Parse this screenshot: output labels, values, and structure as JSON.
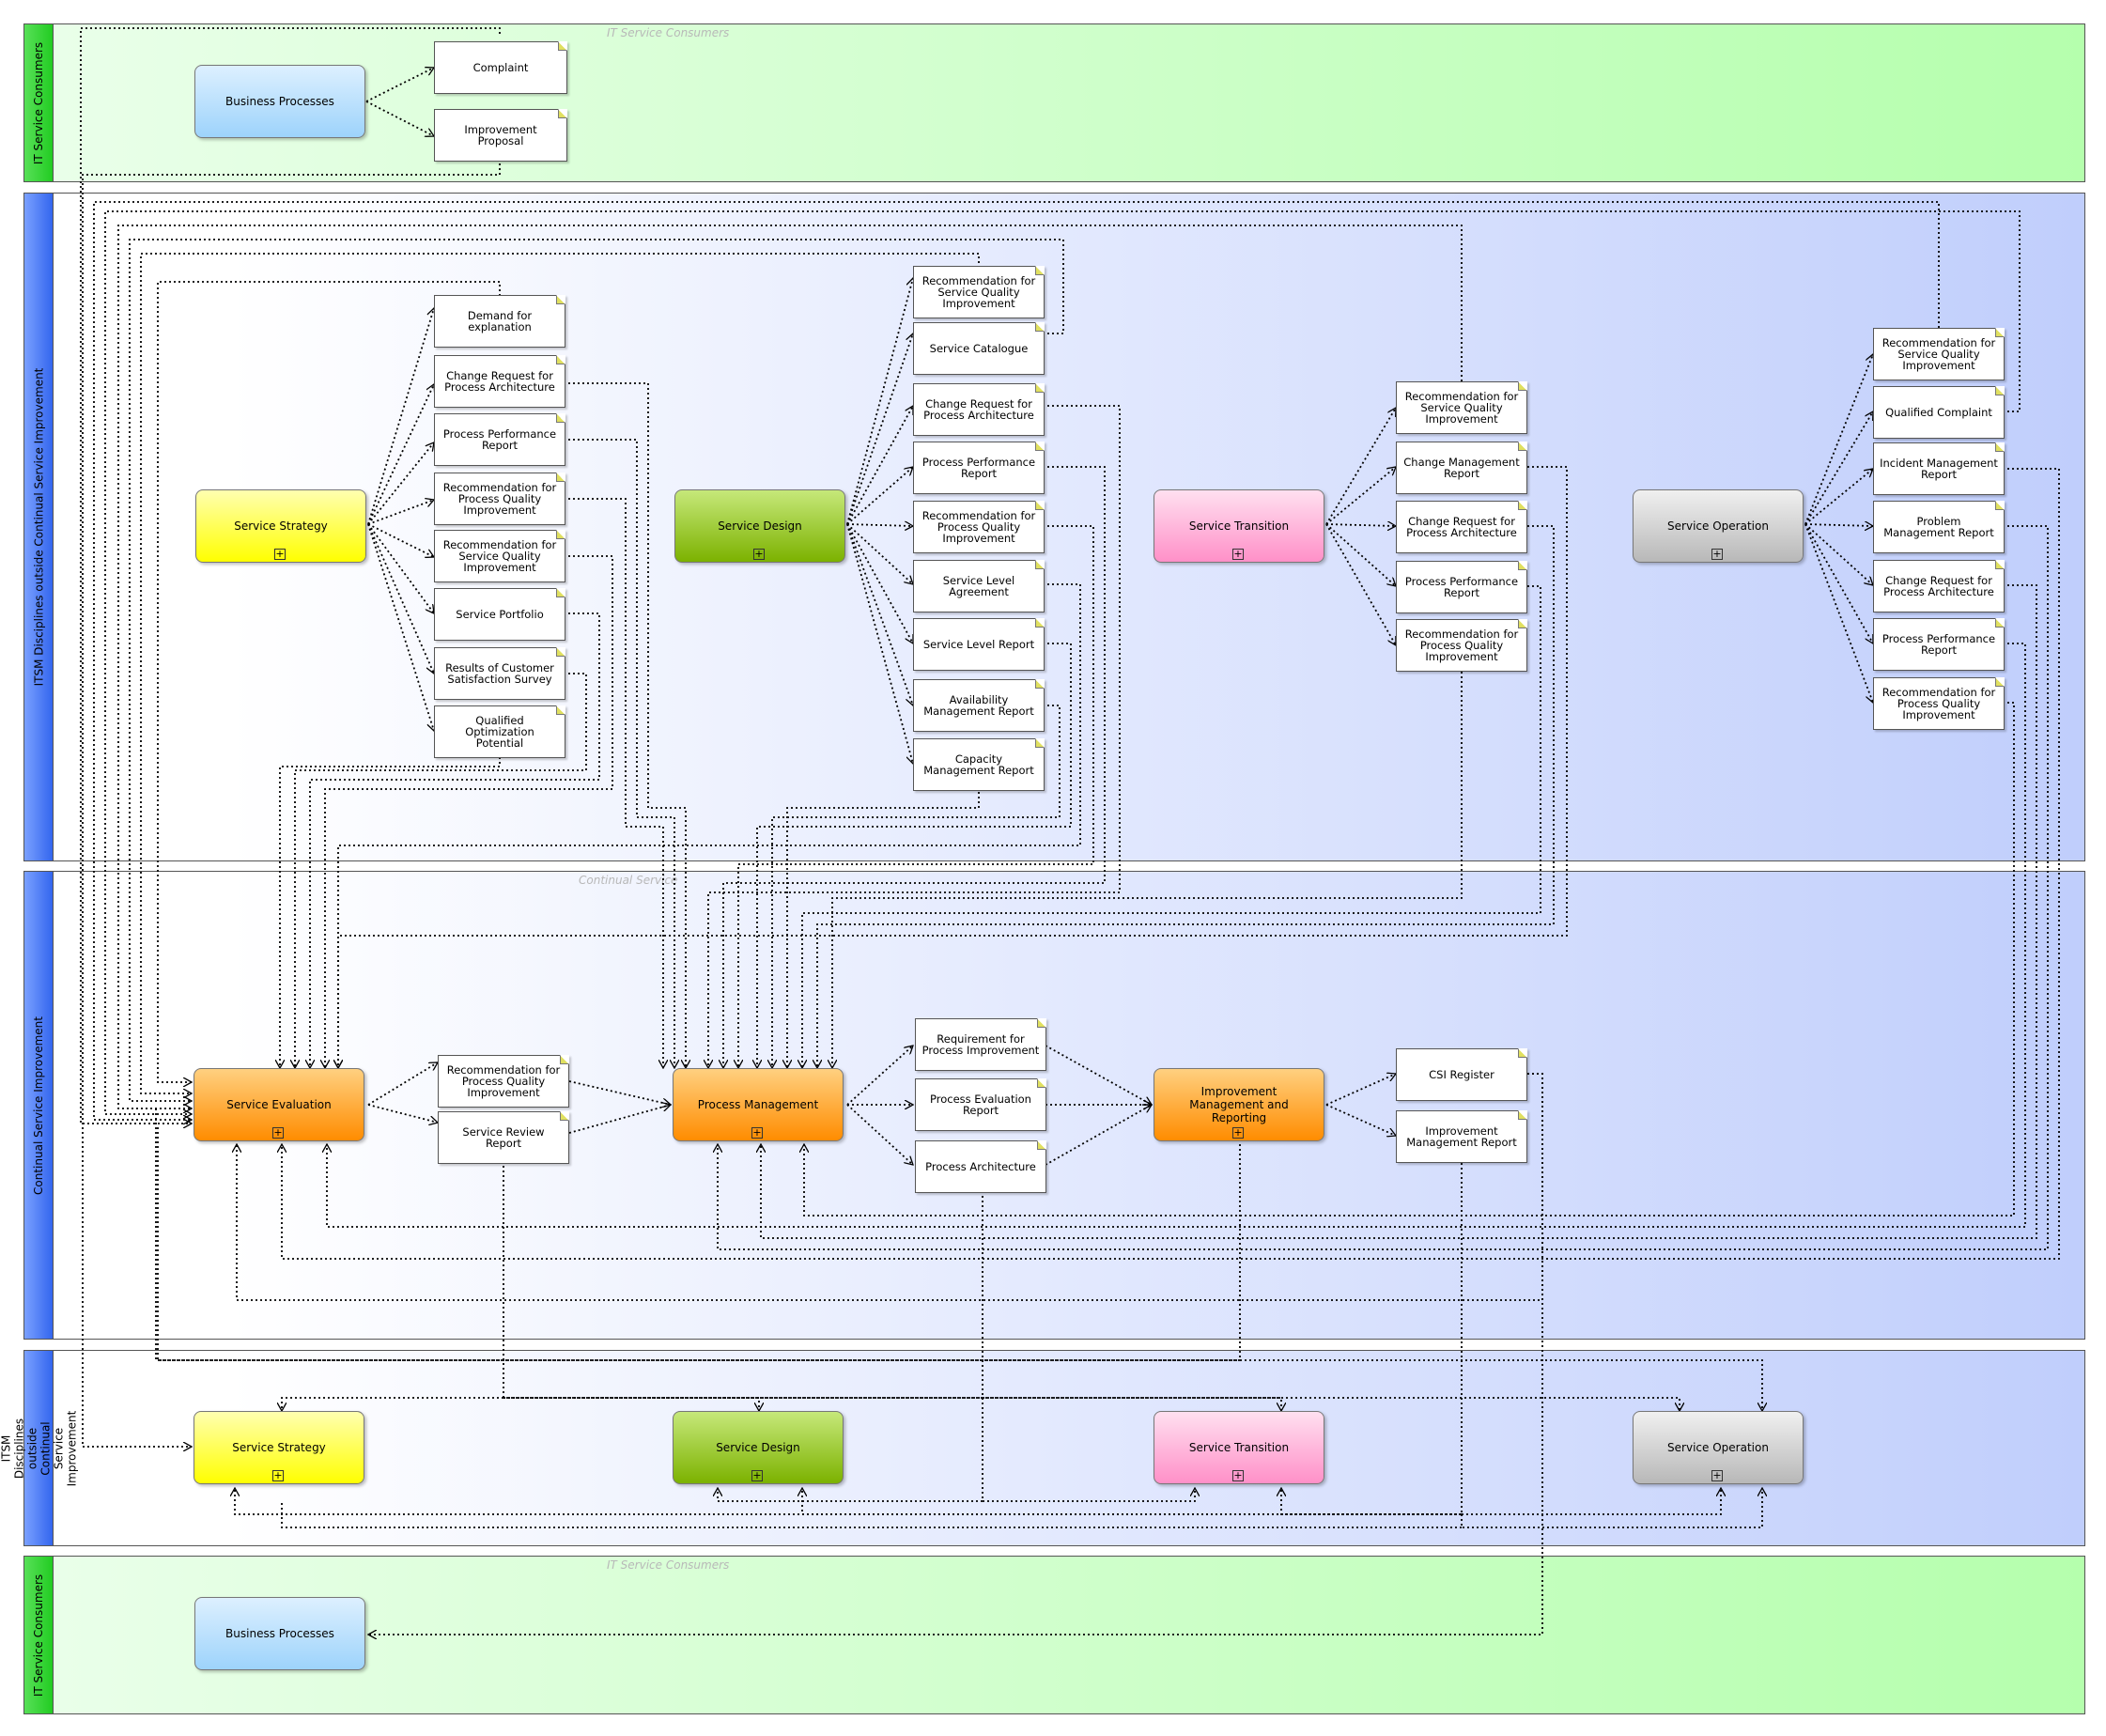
{
  "lanes": {
    "top": {
      "label": "IT Service Consumers",
      "watermark": "IT Service Consumers"
    },
    "itsm": {
      "label": "ITSM Disciplines outside Continual Service Improvement",
      "watermark": ""
    },
    "csi": {
      "label": "Continual Service Improvement",
      "watermark": "Continual Service"
    },
    "itsm2": {
      "label": "ITSM Disciplines outside Continual Service Improvement",
      "watermark": ""
    },
    "bottom": {
      "label": "IT Service Consumers",
      "watermark": "IT Service Consumers"
    }
  },
  "processes": {
    "bp_top": "Business Processes",
    "strategy": "Service Strategy",
    "design": "Service Design",
    "transition": "Service Transition",
    "operation": "Service Operation",
    "evaluation": "Service Evaluation",
    "process_mgmt": "Process Management",
    "improvement": "Improvement Management and Reporting",
    "strategy2": "Service Strategy",
    "design2": "Service Design",
    "transition2": "Service Transition",
    "operation2": "Service Operation",
    "bp_bottom": "Business Processes"
  },
  "documents": {
    "top": [
      "Complaint",
      "Improvement Proposal"
    ],
    "strategy": [
      "Demand for explanation",
      "Change Request for Process Architecture",
      "Process Performance Report",
      "Recommendation for Process Quality Improvement",
      "Recommendation for Service Quality Improvement",
      "Service Portfolio",
      "Results of Customer Satisfaction Survey",
      "Qualified Optimization Potential"
    ],
    "design": [
      "Recommendation for Service Quality Improvement",
      "Service Catalogue",
      "Change Request for Process Architecture",
      "Process Performance Report",
      "Recommendation for Process Quality Improvement",
      "Service Level Agreement",
      "Service Level Report",
      "Availability Management Report",
      "Capacity Management Report"
    ],
    "transition": [
      "Recommendation for Service Quality Improvement",
      "Change Management Report",
      "Change Request for Process Architecture",
      "Process Performance Report",
      "Recommendation for Process Quality Improvement"
    ],
    "operation": [
      "Recommendation for Service Quality Improvement",
      "Qualified Complaint",
      "Incident Management Report",
      "Problem Management Report",
      "Change Request for Process Architecture",
      "Process Performance Report",
      "Recommendation for Process Quality Improvement"
    ],
    "evaluation": [
      "Recommendation for Process Quality Improvement",
      "Service Review Report"
    ],
    "process_mgmt": [
      "Requirement for Process Improvement",
      "Process Evaluation Report",
      "Process Architecture"
    ],
    "improvement": [
      "CSI Register",
      "Improvement Management Report"
    ]
  },
  "icons": {
    "expand": "expand-icon"
  },
  "colors": {
    "yellow": "#ffff00",
    "green": "#7cb200",
    "pink": "#ff90c8",
    "grey": "#b8b8b8",
    "orange": "#ff8c00",
    "blue": "#9dd3fb"
  }
}
